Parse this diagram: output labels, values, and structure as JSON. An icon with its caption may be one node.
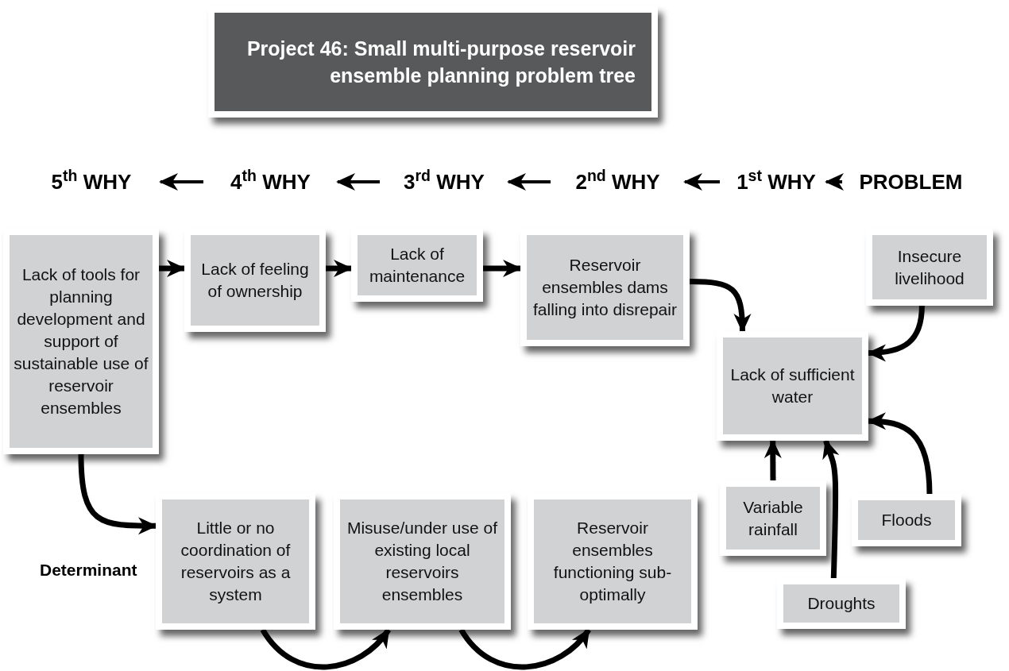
{
  "diagram": {
    "title": "Project 46: Small multi-purpose reservoir ensemble planning problem tree",
    "nodes": [
      {
        "text": [
          "5$^{th}$ WHY"
        ]
      },
      {
        "text": [
          "4$^{th}$ WHY"
        ]
      },
      {
        "text": [
          "3$^{rd}$ WHY"
        ]
      },
      {
        "text": [
          "2$^{nd}$ WHY"
        ]
      },
      {
        "text": [
          "1$^{st}$ WHY"
        ]
      },
      {
        "text": [
          "PROBLEM"
        ]
      },
      {
        "text": [
          "Lack of tools for planning development and support of sustainable use of reservoir ensembles"
        ]
      },
      {
        "text": [
          "Lack of feeling of ownership"
        ]
      },
      {
        "text": [
          "Lack of maintenance"
        ]
      },
      {
        "text": [
          "Reservoir ensembles dams falling into disrepair"
        ]
      },
      {
        "text": [
          "Insecure livelihood"
        ]
      },
      {
        "text": [
          "Lack of sufficient water"
        ]
      },
      {
        "text": [
          "Little or no coordination of reservoirs as a system"
        ]
      },
      {
        "text": [
          "Misuse/under use of existing local reservoirs ensembles"
        ]
      },
      {
        "text": [
          "Reservoir ensembles functioning sub-optimally"
        ]
      },
      {
        "text": [
          "Variable rainfall"
        ]
      },
      {
        "text": [
          "Floods"
        ]
      },
      {
        "text": [
          "Droughts"
        ]
      }
    ],
    "edges": [
      {
        "from": 5,
        "to": 4,
        "arrow": "to"
      },
      {
        "from": 4,
        "to": 3,
        "arrow": "to"
      },
      {
        "from": 3,
        "to": 2,
        "arrow": "to"
      },
      {
        "from": 2,
        "to": 1,
        "arrow": "to"
      },
      {
        "from": 1,
        "to": 0,
        "arrow": "to"
      },
      {
        "from": 6,
        "to": 7,
        "arrow": "to"
      },
      {
        "from": 7,
        "to": 8,
        "arrow": "to"
      },
      {
        "from": 8,
        "to": 9,
        "arrow": "to"
      },
      {
        "from": 9,
        "to": 11,
        "arrow": "to"
      },
      {
        "from": 10,
        "to": 11,
        "arrow": "to"
      },
      {
        "from": 15,
        "to": 11,
        "arrow": "to"
      },
      {
        "from": 17,
        "to": 11,
        "arrow": "to"
      },
      {
        "from": 16,
        "to": 11,
        "arrow": "to"
      },
      {
        "from": 6,
        "to": 12,
        "arrow": "to"
      },
      {
        "from": 12,
        "to": 13,
        "arrow": "to"
      },
      {
        "from": 13,
        "to": 14,
        "arrow": "to"
      }
    ],
    "labels": [
      "Determinant"
    ]
  }
}
